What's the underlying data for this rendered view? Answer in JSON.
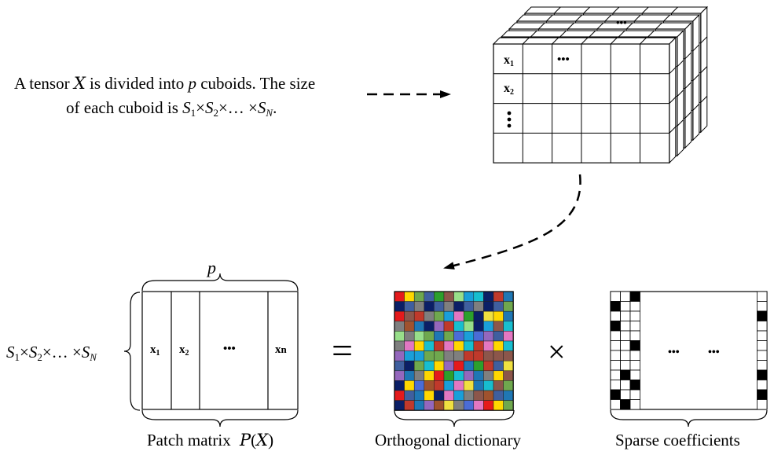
{
  "description": {
    "line1": {
      "a": "A tensor ",
      "tensor_symbol": "X",
      "b": " is divided into ",
      "p": "p",
      "c": " cuboids. The size"
    },
    "line2": {
      "a": "of each cuboid is ",
      "s1": "S",
      "s1_sub": "1",
      "times1": "×",
      "s2": "S",
      "s2_sub": "2",
      "times2": "×… ×",
      "sn": "S",
      "sn_sub": "N",
      "end": "."
    }
  },
  "cuboid_stack": {
    "cell_labels": [
      {
        "main": "x",
        "sub": "1"
      },
      {
        "main": "x",
        "sub": "2"
      }
    ],
    "ellipsis": "•••",
    "back_ellipsis": "•••"
  },
  "patch_matrix": {
    "top_label": "p",
    "left_label": {
      "s1": "S",
      "s1_sub": "1",
      "times1": "×",
      "s2": "S",
      "s2_sub": "2",
      "times2": "×… ×",
      "sn": "S",
      "sn_sub": "N"
    },
    "columns": [
      {
        "main": "x",
        "sub": "1"
      },
      {
        "main": "x",
        "sub": "2"
      },
      {
        "main": "•••",
        "sub": ""
      },
      {
        "main": "x",
        "sub": "n"
      }
    ],
    "caption": {
      "text": "Patch matrix ",
      "p_symbol": "P",
      "paren_open": "(",
      "x_symbol": "X",
      "paren_close": ")"
    }
  },
  "equals_sign": "=",
  "times_sign": "×",
  "dictionary": {
    "caption": "Orthogonal dictionary",
    "palette": [
      "#e41a1c",
      "#1f77b4",
      "#2ca02c",
      "#7f7f7f",
      "#17becf",
      "#ffd700",
      "#9467bd",
      "#8c564b",
      "#4b6cd6",
      "#0b1f66",
      "#6fa84e",
      "#a0522d",
      "#98df8a",
      "#e377c2",
      "#c0392b",
      "#3f5f9f",
      "#f0e040",
      "#1a9fd9"
    ],
    "rows": 12,
    "cols": 12
  },
  "sparse": {
    "caption": "Sparse coefficients",
    "middle_ellipsis_1": "•••",
    "middle_ellipsis_2": "•••",
    "rows": 12,
    "filled_left": [
      [
        1,
        0
      ],
      [
        3,
        0
      ],
      [
        5,
        2
      ],
      [
        8,
        1
      ],
      [
        10,
        0
      ],
      [
        0,
        2
      ],
      [
        11,
        1
      ],
      [
        9,
        2
      ]
    ],
    "filled_right": [
      2,
      8,
      10
    ]
  }
}
